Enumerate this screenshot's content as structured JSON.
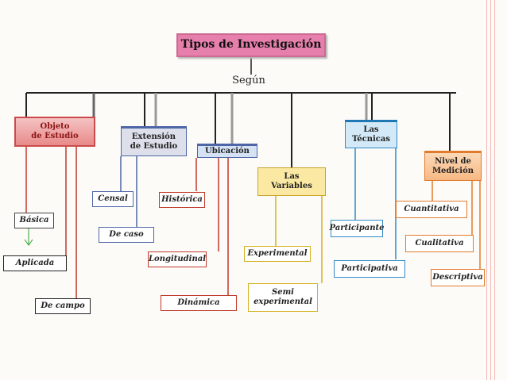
{
  "title": "Tipos de Investigación",
  "connector": "Según",
  "categories": {
    "objeto": "Objeto\nde Estudio",
    "extension": "Extensión\nde Estudio",
    "ubicacion": "Ubicación",
    "variables": "Las\nVariables",
    "tecnicas": "Las\nTécnicas",
    "medicion": "Nivel de\nMedición"
  },
  "objeto_items": [
    "Básica",
    "Aplicada",
    "De campo"
  ],
  "extension_items": [
    "Censal",
    "De caso"
  ],
  "ubicacion_items": [
    "Histórica",
    "Longitudinal",
    "Dinámica"
  ],
  "variables_items": [
    "Experimental",
    "Semi\nexperimental"
  ],
  "tecnicas_items": [
    "Participante",
    "Participativa"
  ],
  "medicion_items": [
    "Cuantitativa",
    "Cualitativa",
    "Descriptiva"
  ],
  "colors": {
    "title_fill": "#e67fab",
    "objeto": "#c0392b",
    "extension": "#4e66a8",
    "variables": "#d4b020",
    "tecnicas": "#2f8ac5",
    "medicion": "#e27b2c",
    "arrow": "#2ca02c"
  }
}
